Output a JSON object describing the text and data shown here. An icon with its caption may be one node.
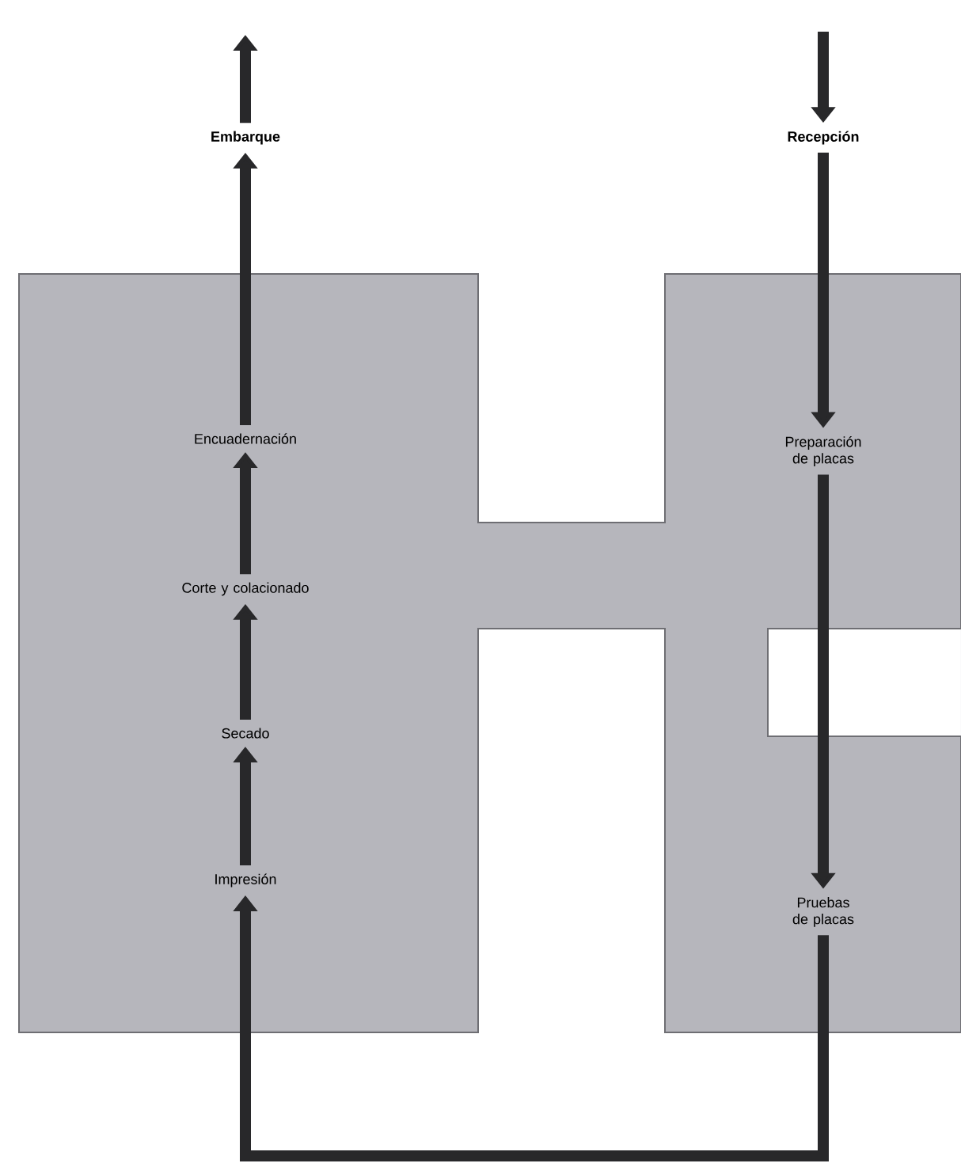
{
  "diagram": {
    "nodes": [
      {
        "text": [
          "Embarque"
        ]
      },
      {
        "text": [
          "Recepción"
        ]
      },
      {
        "text": [
          "Encuadernación"
        ]
      },
      {
        "text": [
          "Preparación de placas"
        ]
      },
      {
        "text": [
          "Corte y colacionado"
        ]
      },
      {
        "text": [
          "Secado"
        ]
      },
      {
        "text": [
          "Impresión"
        ]
      },
      {
        "text": [
          "Pruebas de placas"
        ]
      }
    ],
    "edges": [
      {
        "from": 0,
        "to": null,
        "arrow": "to"
      },
      {
        "from": null,
        "to": 1,
        "arrow": "to"
      },
      {
        "from": 2,
        "to": 0,
        "arrow": "to"
      },
      {
        "from": 1,
        "to": 3,
        "arrow": "to"
      },
      {
        "from": 3,
        "to": 7,
        "arrow": "to"
      },
      {
        "from": 7,
        "to": 6,
        "arrow": "to"
      },
      {
        "from": 6,
        "to": 5,
        "arrow": "to"
      },
      {
        "from": 5,
        "to": 4,
        "arrow": "to"
      },
      {
        "from": 4,
        "to": 2,
        "arrow": "to"
      }
    ]
  }
}
